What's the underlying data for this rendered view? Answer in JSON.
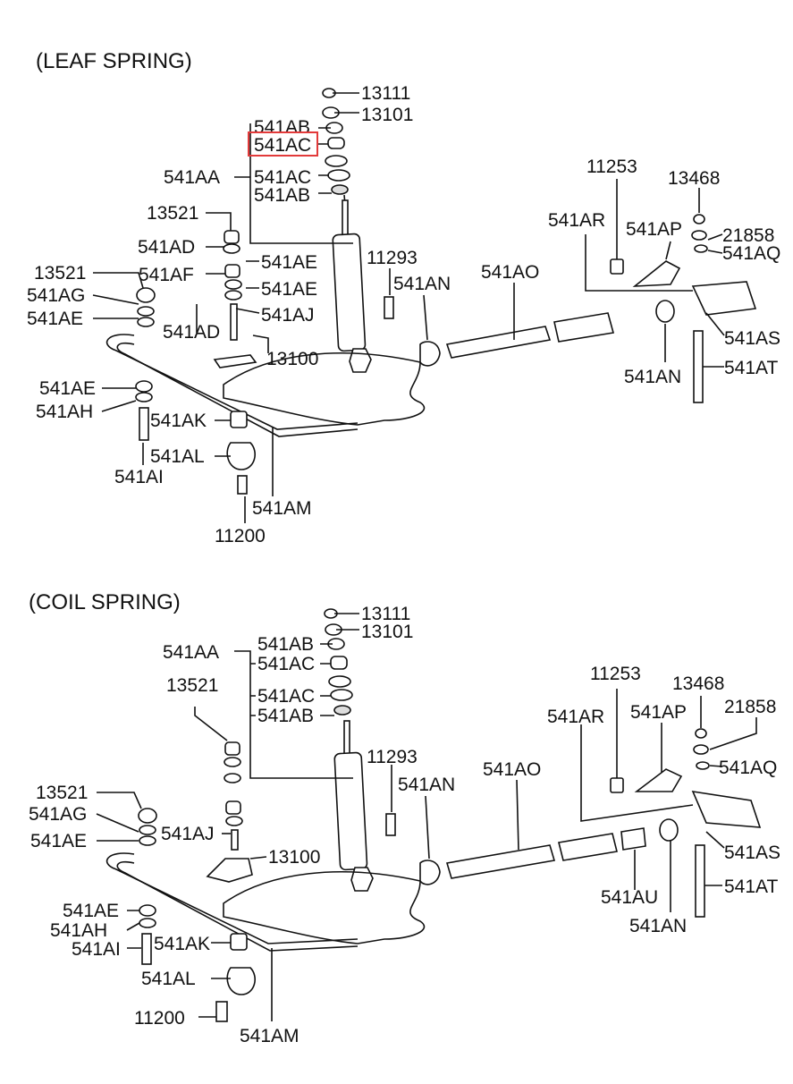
{
  "sections": {
    "leaf": "(LEAF SPRING)",
    "coil": "(COIL SPRING)"
  },
  "highlight_color": "#e23a3a",
  "leaf_labels": {
    "p13111": "13111",
    "p13101": "13101",
    "p541ab_top": "541AB",
    "p541ac_sel": "541AC",
    "p541aa": "541AA",
    "p541ac": "541AC",
    "p541ab": "541AB",
    "p11253": "11253",
    "p13468": "13468",
    "p13521_a": "13521",
    "p541ar": "541AR",
    "p541ap": "541AP",
    "p21858": "21858",
    "p541aq": "541AQ",
    "p541ad_a": "541AD",
    "p11293": "11293",
    "p541ae_a": "541AE",
    "p541ao": "541AO",
    "p13521_b": "13521",
    "p541af": "541AF",
    "p541an_a": "541AN",
    "p541ag": "541AG",
    "p541ae_b": "541AE",
    "p541ae_c": "541AE",
    "p541aj": "541AJ",
    "p541ad_b": "541AD",
    "p13100": "13100",
    "p541as": "541AS",
    "p541ae_d": "541AE",
    "p541an_b": "541AN",
    "p541at": "541AT",
    "p541ah": "541AH",
    "p541ak": "541AK",
    "p541al": "541AL",
    "p541ai": "541AI",
    "p541am": "541AM",
    "p11200": "11200"
  },
  "coil_labels": {
    "p13111": "13111",
    "p13101": "13101",
    "p541aa": "541AA",
    "p541ab_top": "541AB",
    "p541ac_top": "541AC",
    "p13521_a": "13521",
    "p541ac": "541AC",
    "p541ab": "541AB",
    "p11253": "11253",
    "p13468": "13468",
    "p541ar": "541AR",
    "p541ap": "541AP",
    "p21858": "21858",
    "p11293": "11293",
    "p541ao": "541AO",
    "p541aq": "541AQ",
    "p541an_a": "541AN",
    "p13521_b": "13521",
    "p541ag": "541AG",
    "p541ae_a": "541AE",
    "p541aj": "541AJ",
    "p13100": "13100",
    "p541as": "541AS",
    "p541at": "541AT",
    "p541au": "541AU",
    "p541ae_b": "541AE",
    "p541ah": "541AH",
    "p541ai": "541AI",
    "p541ak": "541AK",
    "p541an_b": "541AN",
    "p541al": "541AL",
    "p11200": "11200",
    "p541am": "541AM"
  }
}
